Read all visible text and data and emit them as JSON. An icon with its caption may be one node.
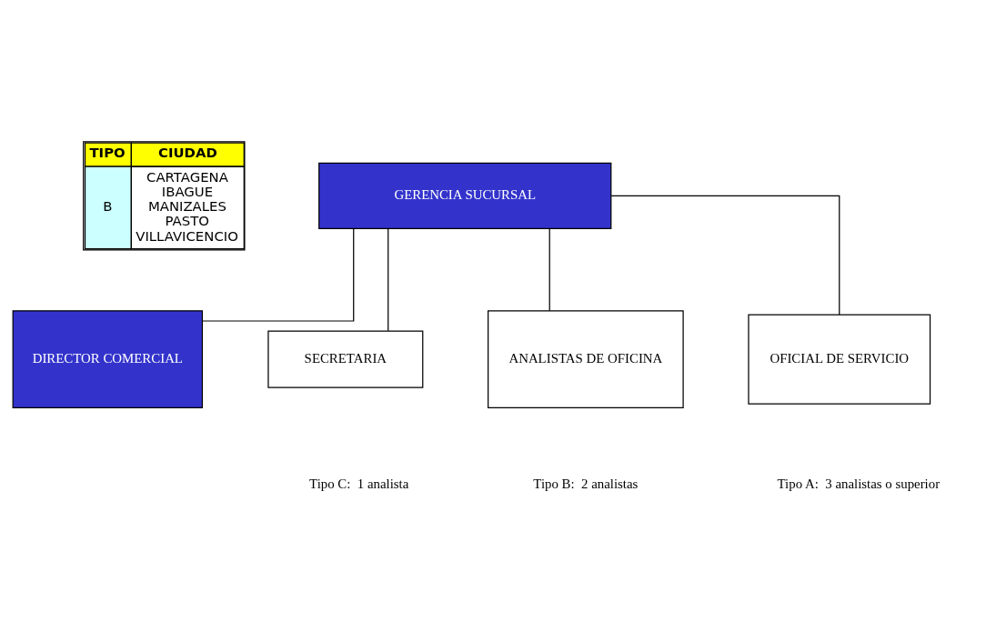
{
  "diagram": {
    "nodes": [
      {
        "text": [
          "GERENCIA SUCURSAL"
        ]
      },
      {
        "text": [
          "DIRECTOR COMERCIAL"
        ]
      },
      {
        "text": [
          "SECRETARIA"
        ]
      },
      {
        "text": [
          "ANALISTAS DE OFICINA"
        ]
      },
      {
        "text": [
          "OFICIAL DE SERVICIO"
        ]
      }
    ],
    "edges": [
      {
        "from": 0,
        "to": 1,
        "arrow": "none"
      },
      {
        "from": 0,
        "to": 2,
        "arrow": "none"
      },
      {
        "from": 0,
        "to": 3,
        "arrow": "none"
      },
      {
        "from": 0,
        "to": 4,
        "arrow": "none"
      }
    ],
    "labels": [
      "TIPO",
      "CIUDAD",
      "B",
      "CARTAGENA",
      "IBAGUE",
      "MANIZALES",
      "PASTO",
      "VILLAVICENCIO",
      "Tipo C:  1 analista",
      "Tipo B:  2 analistas",
      "Tipo A:  3 analistas o superior"
    ]
  }
}
